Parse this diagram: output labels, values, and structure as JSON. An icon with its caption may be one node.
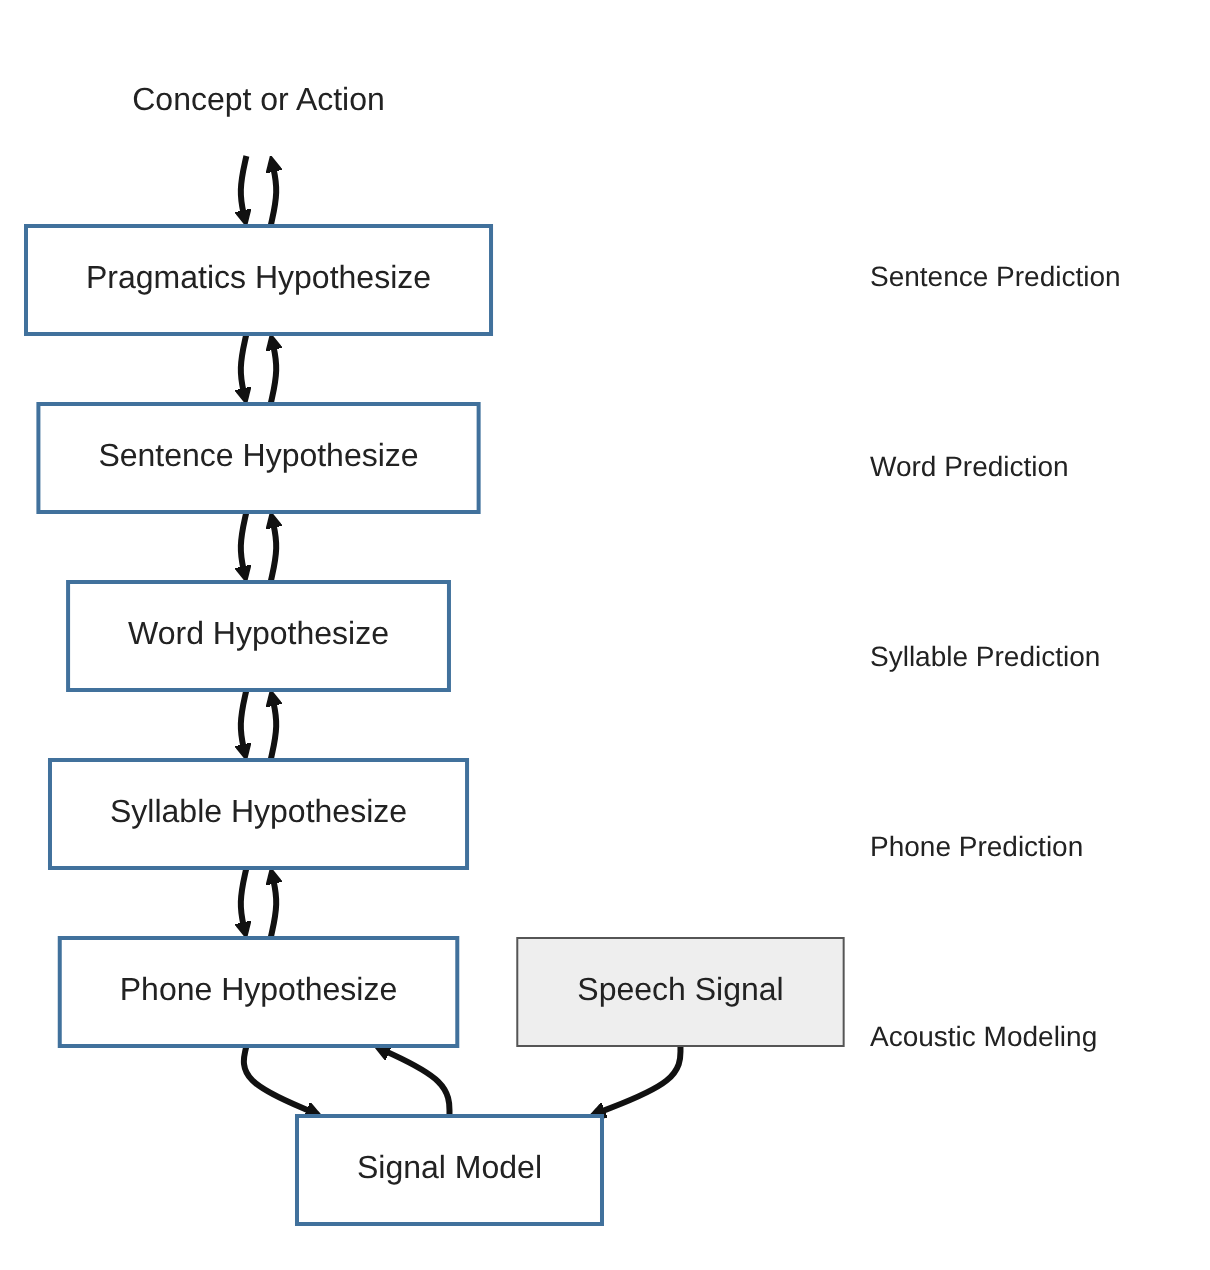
{
  "diagram": {
    "nodes": [
      {
        "text": [
          "Concept or Action"
        ]
      },
      {
        "text": [
          "Pragmatics Hypothesize"
        ]
      },
      {
        "text": [
          "Sentence Hypothesize"
        ]
      },
      {
        "text": [
          "Word Hypothesize"
        ]
      },
      {
        "text": [
          "Syllable Hypothesize"
        ]
      },
      {
        "text": [
          "Phone Hypothesize"
        ]
      },
      {
        "text": [
          "Signal Model"
        ]
      },
      {
        "text": [
          "Speech Signal"
        ]
      }
    ],
    "edges": [
      {
        "from": 0,
        "to": 1,
        "arrow": "to"
      },
      {
        "from": 1,
        "to": 0,
        "arrow": "to"
      },
      {
        "from": 1,
        "to": 2,
        "arrow": "to"
      },
      {
        "from": 2,
        "to": 1,
        "arrow": "to"
      },
      {
        "from": 2,
        "to": 3,
        "arrow": "to"
      },
      {
        "from": 3,
        "to": 2,
        "arrow": "to"
      },
      {
        "from": 3,
        "to": 4,
        "arrow": "to"
      },
      {
        "from": 4,
        "to": 3,
        "arrow": "to"
      },
      {
        "from": 4,
        "to": 5,
        "arrow": "to"
      },
      {
        "from": 5,
        "to": 4,
        "arrow": "to"
      },
      {
        "from": 5,
        "to": 6,
        "arrow": "to"
      },
      {
        "from": 6,
        "to": 5,
        "arrow": "to"
      },
      {
        "from": 7,
        "to": 6,
        "arrow": "to"
      }
    ],
    "labels": [
      "Sentence Prediction",
      "Word Prediction",
      "Syllable Prediction",
      "Phone Prediction",
      "Acoustic Modeling"
    ]
  }
}
